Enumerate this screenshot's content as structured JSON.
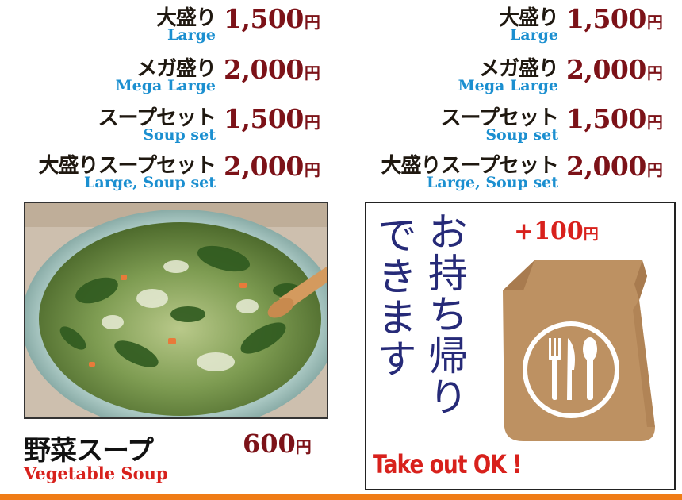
{
  "left_menu": [
    {
      "jp": "大盛り",
      "en": "Large",
      "price": "1,500",
      "yen": "円"
    },
    {
      "jp": "メガ盛り",
      "en": "Mega Large",
      "price": "2,000",
      "yen": "円"
    },
    {
      "jp": "スープセット",
      "en": "Soup set",
      "price": "1,500",
      "yen": "円"
    },
    {
      "jp": "大盛りスープセット",
      "en": "Large, Soup set",
      "price": "2,000",
      "yen": "円"
    }
  ],
  "right_menu": [
    {
      "jp": "大盛り",
      "en": "Large",
      "price": "1,500",
      "yen": "円"
    },
    {
      "jp": "メガ盛り",
      "en": "Mega Large",
      "price": "2,000",
      "yen": "円"
    },
    {
      "jp": "スープセット",
      "en": "Soup set",
      "price": "1,500",
      "yen": "円"
    },
    {
      "jp": "大盛りスープセット",
      "en": "Large, Soup set",
      "price": "2,000",
      "yen": "円"
    }
  ],
  "soup": {
    "name_jp": "野菜スープ",
    "name_en": "Vegetable Soup",
    "price": "600",
    "yen": "円"
  },
  "takeout": {
    "line1": "お持ち帰り",
    "line2": "できます",
    "surcharge": "+100",
    "yen": "円",
    "en": "Take out OK !"
  },
  "colors": {
    "price": "#7c1218",
    "english": "#1b8fd0",
    "red": "#d8211c",
    "navy": "#262a78",
    "bag": "#bd9162",
    "accent_bar": "#f07c16"
  }
}
